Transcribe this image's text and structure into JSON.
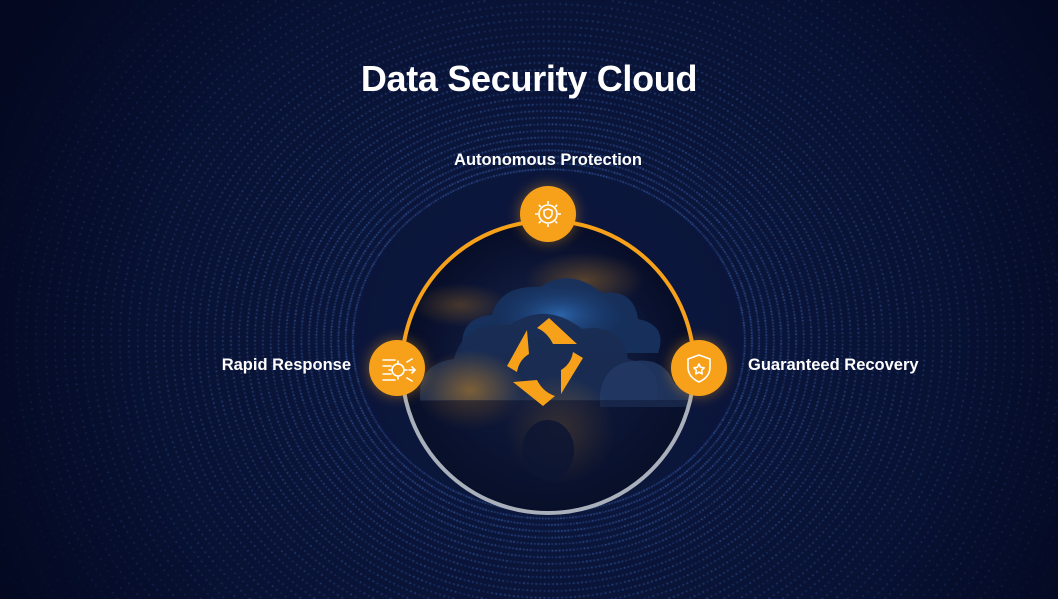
{
  "title": "Data Security Cloud",
  "nodes": {
    "top": {
      "label": "Autonomous Protection",
      "icon": "shield-gear-icon"
    },
    "left": {
      "label": "Rapid Response",
      "icon": "gear-arrows-icon"
    },
    "right": {
      "label": "Guaranteed Recovery",
      "icon": "shield-star-icon"
    }
  },
  "colors": {
    "background": "#060c24",
    "accent": "#f7a11a",
    "ring_lower": "#a9b0bb",
    "dots": "#3f73c4"
  }
}
